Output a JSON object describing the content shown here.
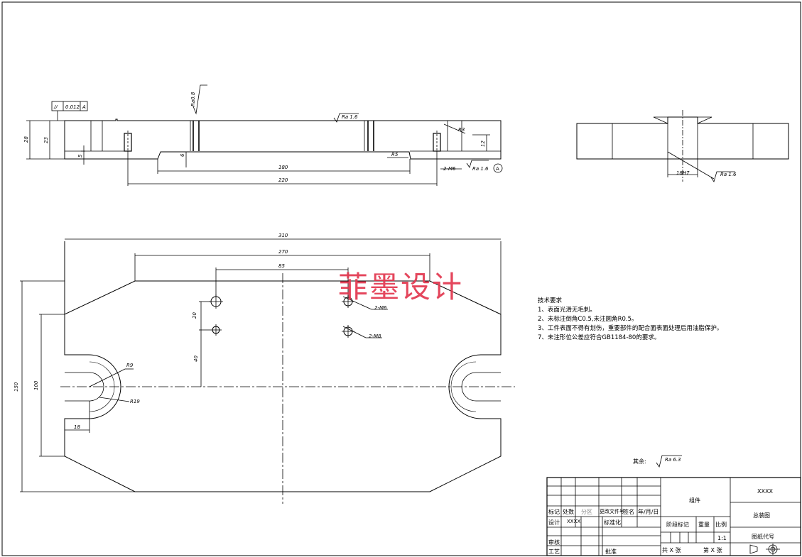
{
  "watermark": "菲墨设计",
  "technical_requirements": {
    "title": "技术要求",
    "items": [
      "1、表面光滑无毛刺。",
      "2、未标注倒角C0.5,未注圆角R0.5。",
      "3、工件表面不得有划伤，重要部件的配合面表面处理后用油脂保护。",
      "7、未注形位公差应符合GB1184-80的要求。"
    ]
  },
  "remaining_roughness": {
    "label": "其余:",
    "value": "Ra 6.3"
  },
  "front_view_dims": {
    "tolerance_symbol": "//",
    "tolerance_value": "0.012",
    "datum": "A",
    "h28": "28",
    "h23": "23",
    "h5": "5",
    "h6": "6",
    "h12": "12",
    "d180": "180",
    "d220": "220",
    "r5": "R5",
    "r3": "R3",
    "holes": "2-M6",
    "ra08": "Ra0.8",
    "ra16a": "Ra 1.6",
    "ra16b": "Ra 1.6",
    "datum_circle": "A"
  },
  "side_view_dims": {
    "fit": "18H7",
    "ra": "Ra 1.6"
  },
  "plan_view_dims": {
    "d310": "310",
    "d270": "270",
    "d85": "85",
    "d20": "20",
    "d40": "40",
    "d150": "150",
    "d100": "100",
    "d18": "18",
    "r9": "R9",
    "r19": "R19",
    "holes_m6": "2-M6",
    "holes_m8": "2-M8"
  },
  "title_block": {
    "part_name": "XXXX",
    "group": "组件",
    "drawing_type": "总装图",
    "drawing_code": "图纸代号",
    "stage_mark": "阶段标记",
    "weight": "重量",
    "scale_label": "比例",
    "scale_value": "1:1",
    "sheets_total": "共  X  张",
    "sheet_no": "第  X  张",
    "mark": "标记",
    "zone": "处数",
    "division": "分区",
    "change_doc": "更改文件号",
    "sign": "签名",
    "date": "年/月/日",
    "design": "设计",
    "designer": "XXXX",
    "standardize": "标准化",
    "review": "审核",
    "process": "工艺",
    "approve": "批准"
  }
}
